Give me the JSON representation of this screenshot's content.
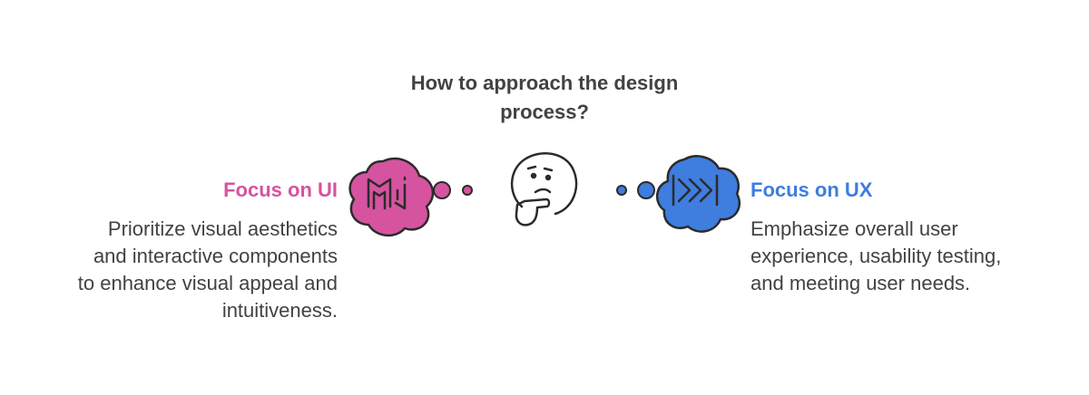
{
  "question": {
    "lines": [
      "How to approach the design",
      "process?"
    ]
  },
  "left_option": {
    "title": "Focus on UI",
    "description_lines": [
      "Prioritize visual aesthetics",
      "and interactive components",
      "to enhance visual appeal and",
      "intuitiveness."
    ],
    "icon": "material-design-logo-icon",
    "color": "#d6539f"
  },
  "right_option": {
    "title": "Focus on UX",
    "description_lines": [
      "Emphasize overall user",
      "experience, usability testing,",
      "and meeting user needs."
    ],
    "icon": "fast-forward-icon",
    "color": "#3f7ddf"
  },
  "center_icon": "thinking-face-icon",
  "colors": {
    "text": "#424242",
    "pink": "#d6539f",
    "blue": "#3f7ddf",
    "outline": "#2b2b2b"
  }
}
